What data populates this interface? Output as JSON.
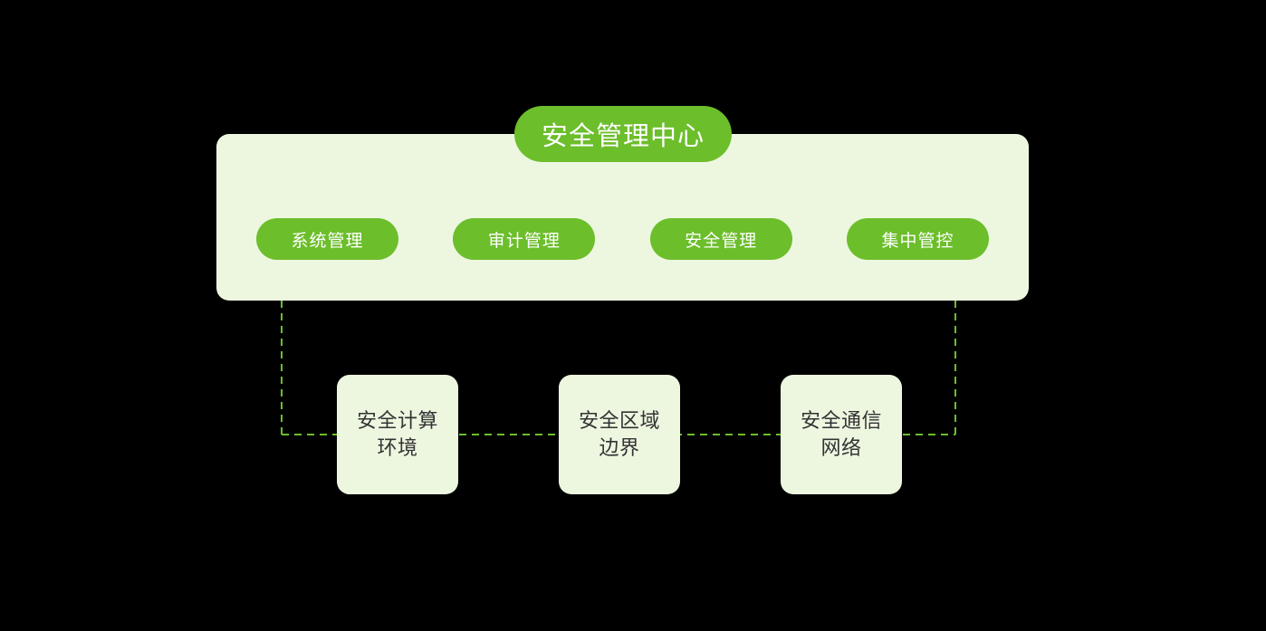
{
  "diagram": {
    "title": "安全管理中心",
    "center_panel": {
      "items": [
        {
          "label": "系统管理",
          "name": "system-management"
        },
        {
          "label": "审计管理",
          "name": "audit-management"
        },
        {
          "label": "安全管理",
          "name": "security-management"
        },
        {
          "label": "集中管控",
          "name": "centralized-control"
        }
      ]
    },
    "protected_objects": [
      {
        "label": "安全计算环境",
        "name": "secure-computing-environment"
      },
      {
        "label": "安全区域边界",
        "name": "secure-area-boundary"
      },
      {
        "label": "安全通信网络",
        "name": "secure-communication-network"
      }
    ],
    "colors": {
      "background": "#000000",
      "accent_green": "#6CBE2B",
      "panel_fill": "#EDF7E0",
      "box_fill": "#EDF7E0",
      "box_text": "#333333",
      "pill_text": "#FFFFFF",
      "connector_line": "#6CBE2B"
    },
    "connectors": {
      "style": "dashed",
      "description": "安全管理中心面板以虚线连接三个防护对象"
    }
  }
}
